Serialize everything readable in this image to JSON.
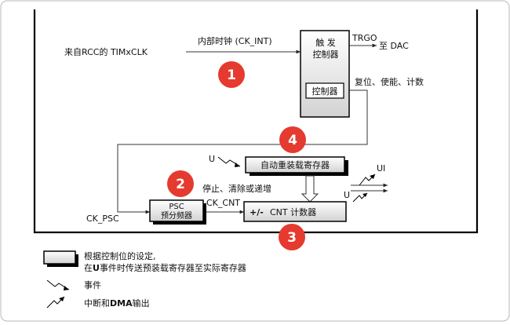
{
  "labels": {
    "source_clock": "来自RCC的 TIMxCLK",
    "internal_clock": "内部时钟 (CK_INT)",
    "trigger_controller_line1": "触 发",
    "trigger_controller_line2": "控制器",
    "controller_inner": "控制器",
    "trgo": "TRGO",
    "to_dac": "至 DAC",
    "reset_enable_count": "复位、使能、计数",
    "event_u_top": "U",
    "auto_reload": "自动重装载寄存器",
    "ui": "UI",
    "u_right": "U",
    "stop_clear": "停止、清除或递增",
    "psc_line1": "PSC",
    "psc_line2": "预分频器",
    "ck_cnt": "CK_CNT",
    "ck_psc": "CK_PSC",
    "cnt_sign": "+/-",
    "cnt_counter": "CNT 计数器"
  },
  "badges": [
    "1",
    "2",
    "3",
    "4"
  ],
  "legend": {
    "register_line1": "根据控制位的设定,",
    "register_line2_prefix": "在",
    "register_line2_bold": "U",
    "register_line2_suffix": "事件时传送预装载寄存器至实际寄存器",
    "event": "事件",
    "interrupt_prefix": "中断和",
    "interrupt_bold": "DMA",
    "interrupt_suffix": "输出"
  },
  "colors": {
    "badge": "#e53a2f",
    "box_top": "#ffffff",
    "box_bottom": "#d2d2d2",
    "frame": "#000000"
  }
}
